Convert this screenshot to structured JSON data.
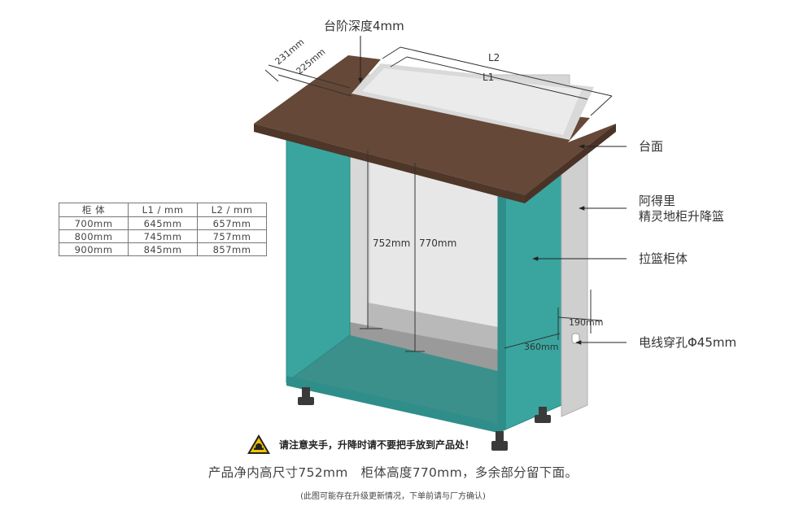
{
  "labels": {
    "step_depth": "台阶深度4mm",
    "dim_231": "231mm",
    "dim_225": "225mm",
    "dim_L2": "L2",
    "dim_L1": "L1",
    "dim_752": "752mm",
    "dim_770": "770mm",
    "dim_190": "190mm",
    "dim_360": "360mm"
  },
  "callouts": {
    "countertop": "台面",
    "basket_line1": "阿得里",
    "basket_line2": "精灵地柜升降篮",
    "cabinet_body": "拉篮柜体",
    "wire_hole": "电线穿孔Φ45mm"
  },
  "table": {
    "headers": [
      "柜 体",
      "L1 / mm",
      "L2 / mm"
    ],
    "rows": [
      [
        "700mm",
        "645mm",
        "657mm"
      ],
      [
        "800mm",
        "745mm",
        "757mm"
      ],
      [
        "900mm",
        "845mm",
        "857mm"
      ]
    ]
  },
  "warning": "请注意夹手，升降时请不要把手放到产品处！",
  "footnote_main": "产品净内高尺寸752mm　柜体高度770mm，多余部分留下面。",
  "footnote_small": "(此图可能存在升级更新情况，下单前请与厂方确认)",
  "colors": {
    "cabinet_teal": "#3aa59f",
    "cabinet_teal_dark": "#2f8e89",
    "countertop": "#5e4332",
    "countertop_edge": "#4a3326",
    "side_panel": "#cfcfcf",
    "warning_yellow": "#f2c200"
  },
  "icons": {
    "warning": "warning-triangle-icon"
  }
}
